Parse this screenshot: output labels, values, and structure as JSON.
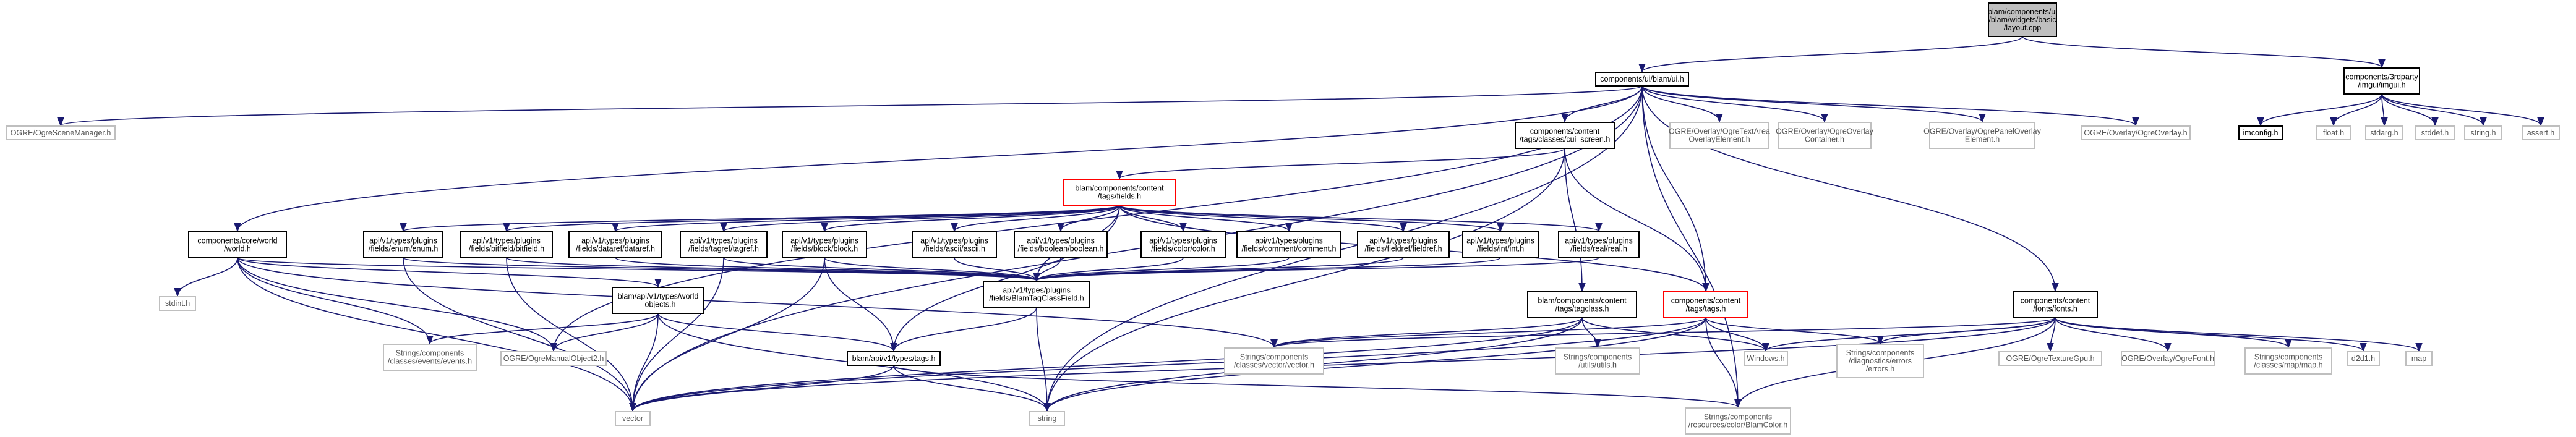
{
  "colors": {
    "edge": "#191970",
    "box_border": "#000000",
    "external_border": "#bfbfbf",
    "incomplete_border": "#ff0000",
    "root_fill": "#bfbfbf",
    "text": "#000000",
    "external_text": "#555555"
  },
  "nodes": {
    "root": "blam/components/ui/blam/widgets/basic/layout.cpp",
    "ui_h": "components/ui/blam/ui.h",
    "thirdparty_imgui": "components/3rdparty/imgui/imgui.h",
    "ogre_scenemanager": "OGRE/OgreSceneManager.h",
    "world_h": "components/core/world/world.h",
    "cui_screen": "components/content/tags/classes/cui_screen.h",
    "ogre_textarea": "OGRE/Overlay/OgreTextAreaOverlayElement.h",
    "ogre_overlay_container": "OGRE/Overlay/OgreOverlayContainer.h",
    "ogre_panel_overlay": "OGRE/Overlay/OgrePanelOverlayElement.h",
    "ogre_overlay": "OGRE/Overlay/OgreOverlay.h",
    "fonts_h": "components/content/fonts/fonts.h",
    "imconfig": "imconfig.h",
    "float_h": "float.h",
    "stdarg_h": "stdarg.h",
    "stddef_h": "stddef.h",
    "string_h": "string.h",
    "assert_h": "assert.h",
    "fields_h": "blam/components/content/tags/fields.h",
    "enum_h": "api/v1/types/plugins/fields/enum/enum.h",
    "bitfield_h": "api/v1/types/plugins/fields/bitfield/bitfield.h",
    "dataref_h": "api/v1/types/plugins/fields/dataref/dataref.h",
    "tagref_h": "api/v1/types/plugins/fields/tagref/tagref.h",
    "block_h": "api/v1/types/plugins/fields/block/block.h",
    "ascii_h": "api/v1/types/plugins/fields/ascii/ascii.h",
    "boolean_h": "api/v1/types/plugins/fields/boolean/boolean.h",
    "color_h": "api/v1/types/plugins/fields/color/color.h",
    "comment_h": "api/v1/types/plugins/fields/comment/comment.h",
    "fieldref_h": "api/v1/types/plugins/fields/fieldref/fieldref.h",
    "int_h": "api/v1/types/plugins/fields/int/int.h",
    "real_h": "api/v1/types/plugins/fields/real/real.h",
    "stdint_h": "stdint.h",
    "world_objects": "blam/api/v1/types/world_objects.h",
    "blamtagclassfield": "api/v1/types/plugins/fields/BlamTagClassField.h",
    "tagclass_h": "blam/components/content/tags/tagclass.h",
    "tags_h": "components/content/tags/tags.h",
    "events_h": "Strings/components/classes/events/events.h",
    "manualobject2": "OGRE/OgreManualObject2.h",
    "vector_class": "Strings/components/classes/vector/vector.h",
    "utils_h": "Strings/components/utils/utils.h",
    "windows_h": "Windows.h",
    "errors_h": "Strings/components/diagnostics/errors/errors.h",
    "api_tags": "blam/api/v1/types/tags.h",
    "ogre_texturegpu": "OGRE/OgreTextureGpu.h",
    "ogre_font": "OGRE/Overlay/OgreFont.h",
    "map_class": "Strings/components/classes/map/map.h",
    "d2d1_h": "d2d1.h",
    "map": "map",
    "vector": "vector",
    "string": "string",
    "blamcolor": "Strings/components/resources/color/BlamColor.h"
  }
}
